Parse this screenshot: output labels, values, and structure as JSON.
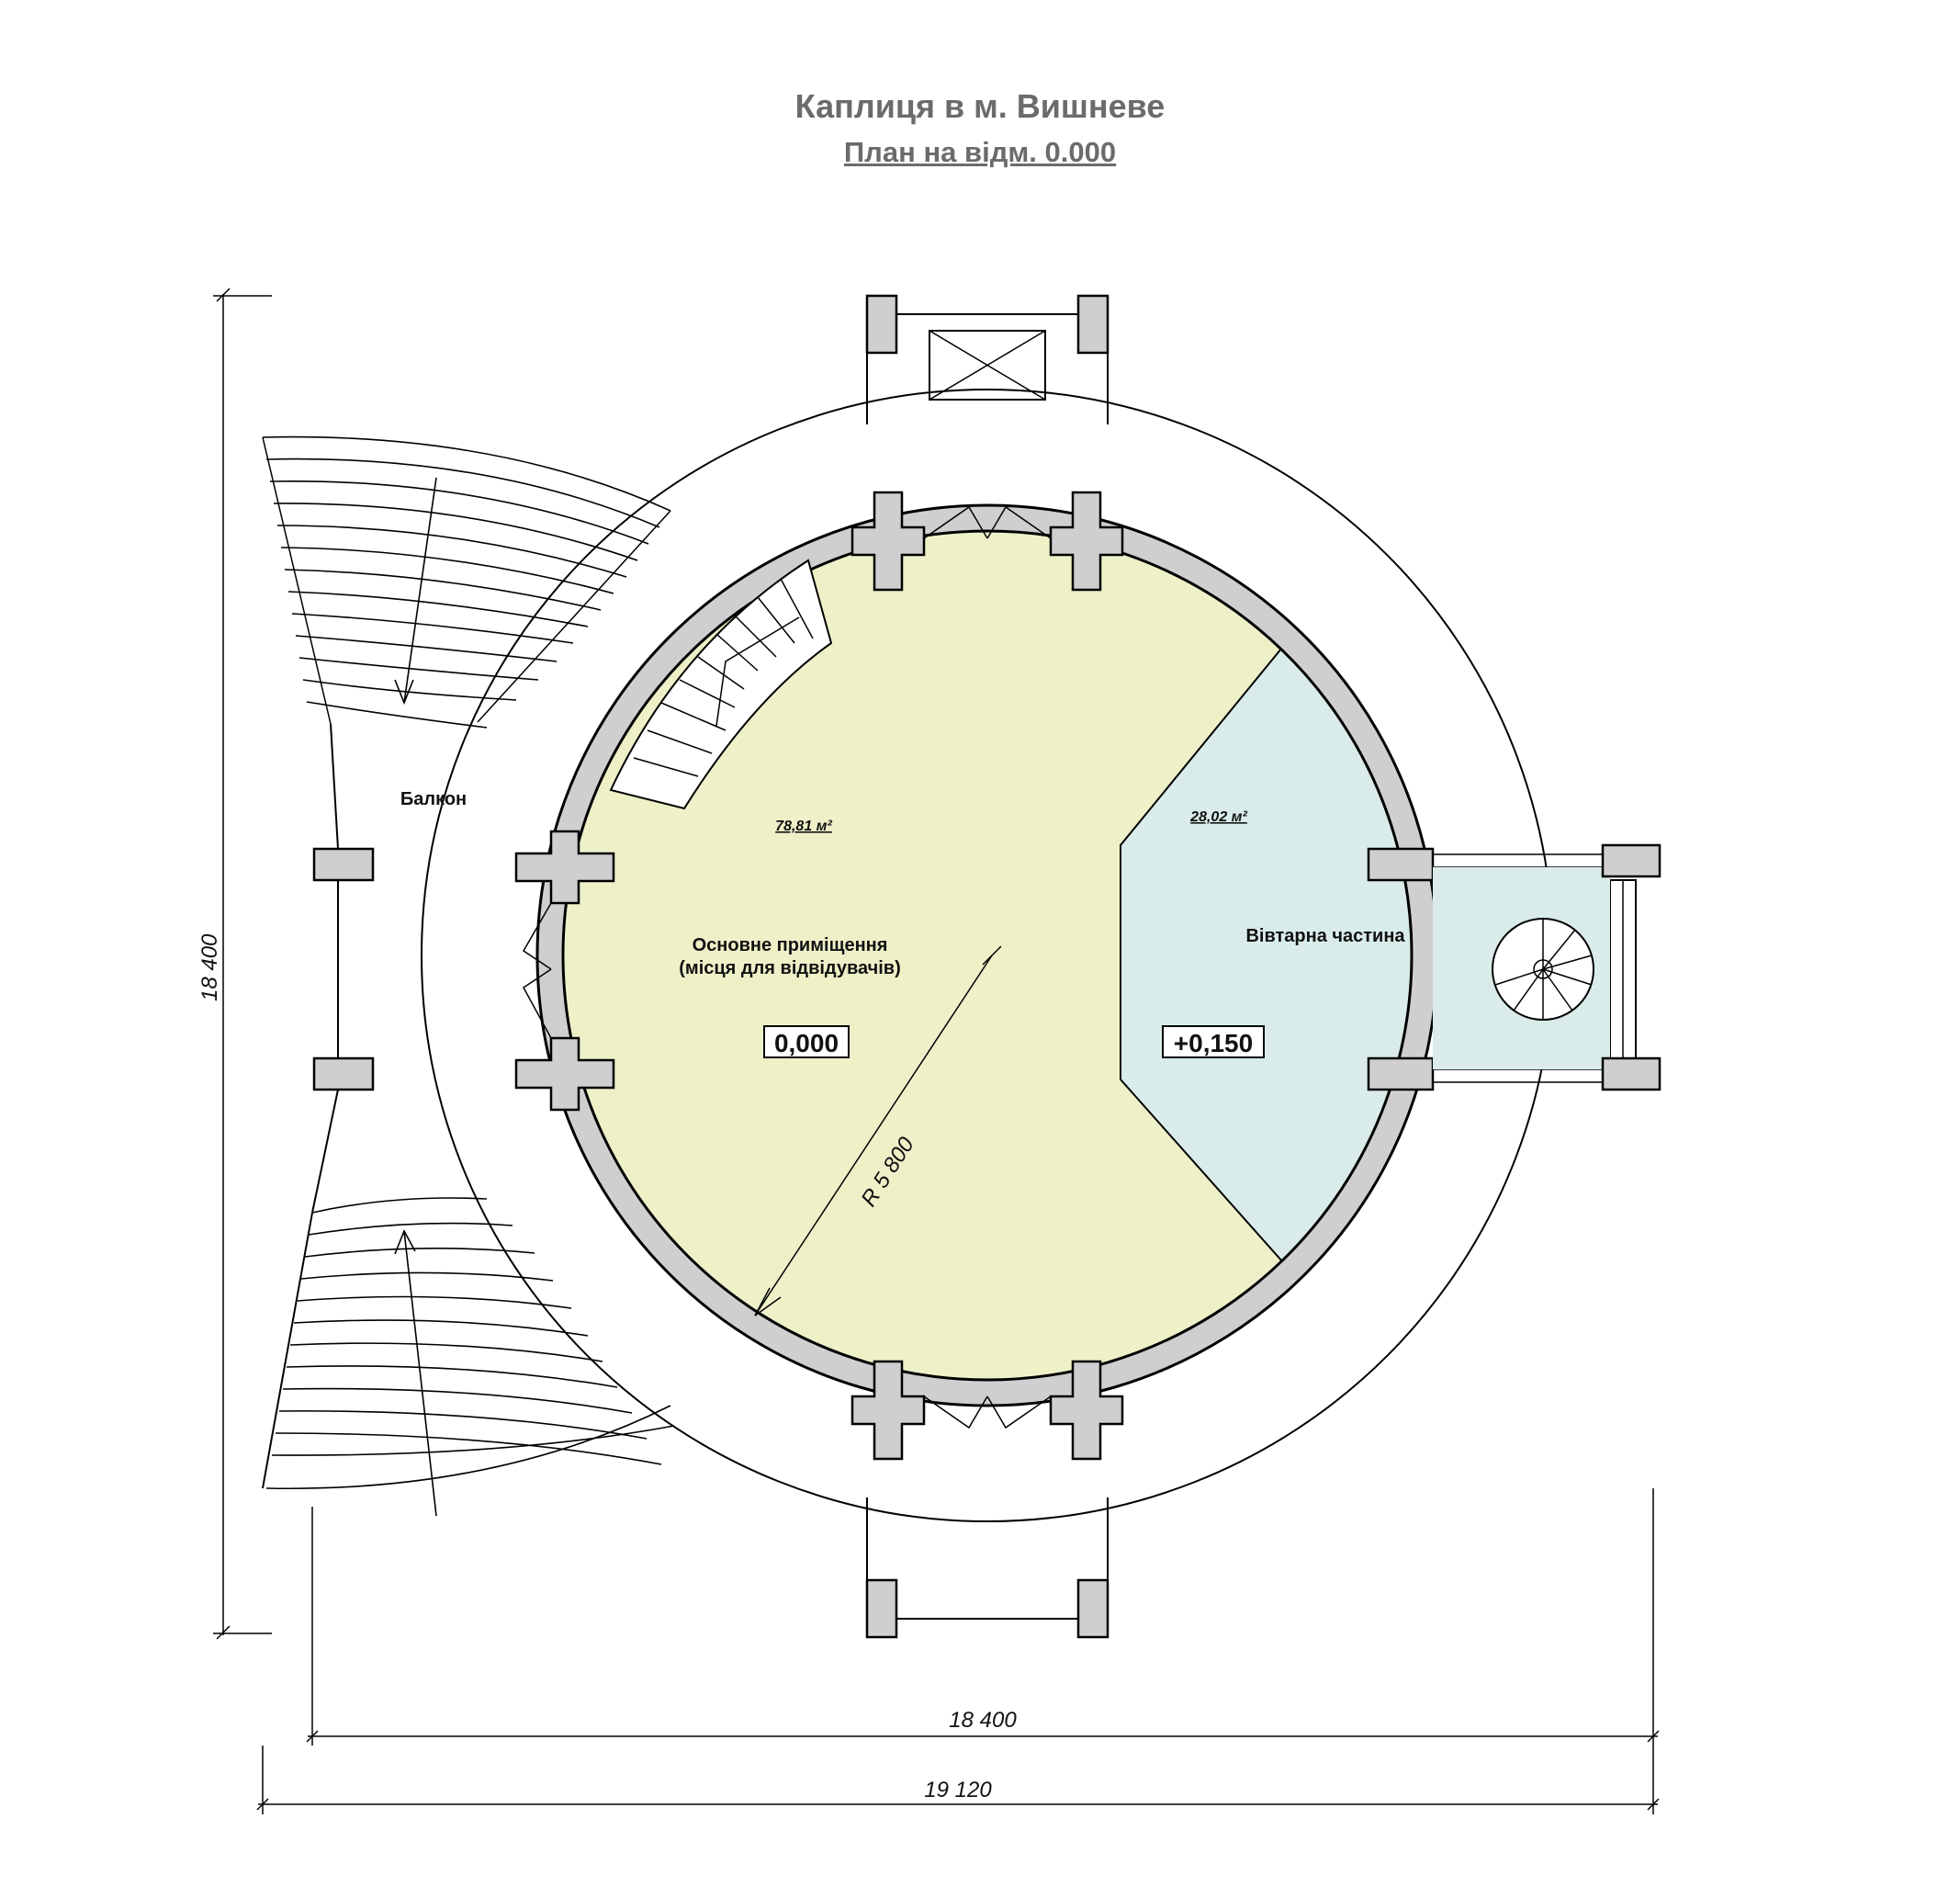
{
  "title": "Каплиця в м. Вишневе",
  "subtitle": "План на відм. 0.000",
  "rooms": {
    "balcony": "Балкон",
    "main_hall_line1": "Основне приміщення",
    "main_hall_line2": "(місця для відвідувачів)",
    "main_hall_area": "78,81 м²",
    "main_hall_level": "0,000",
    "altar": "Вівтарна частина",
    "altar_area": "28,02 м²",
    "altar_level": "+0,150"
  },
  "dimensions": {
    "radius": "R 5 800",
    "height": "18 400",
    "width_inner": "18 400",
    "width_outer": "19 120"
  },
  "colors": {
    "main_hall_fill": "#eef0c8",
    "altar_fill": "#d9ecea",
    "wall_fill": "#cfcfcf",
    "text": "#6b6b6b"
  }
}
